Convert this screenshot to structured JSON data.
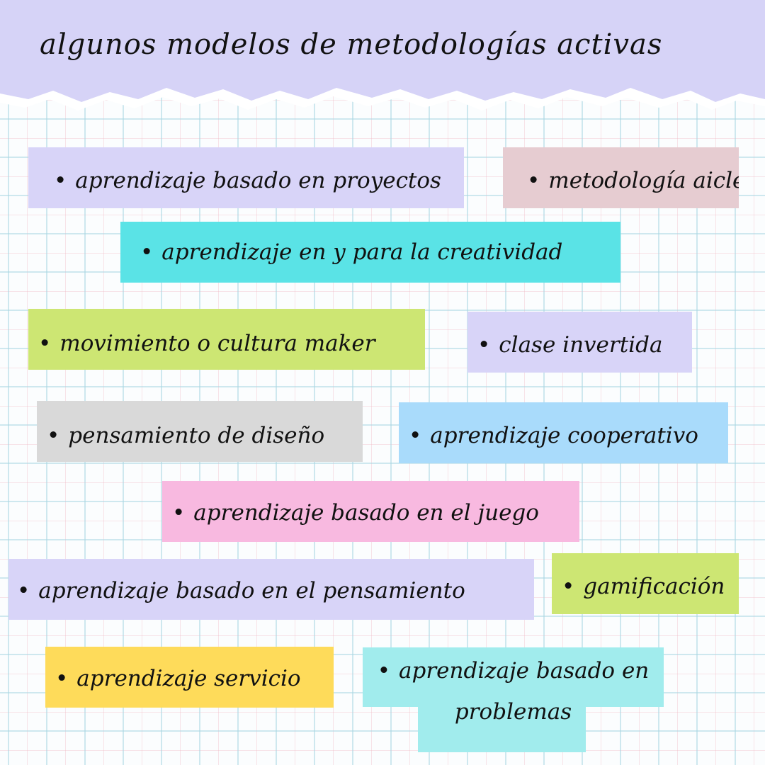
{
  "title": "algunos modelos de metodologías activas",
  "colors": {
    "header": "#d6d3f7",
    "lavender": "#d8d4f8",
    "dusty_pink": "#e6ccd1",
    "cyan": "#5ae3e6",
    "lime": "#cde673",
    "grey": "#d9d9d9",
    "light_blue": "#a9dbfb",
    "pink": "#f8b9e0",
    "yellow": "#fedb5a",
    "aqua": "#a1eced"
  },
  "bullet": "•",
  "items": [
    {
      "label": "aprendizaje basado en proyectos"
    },
    {
      "label": "metodología aicle"
    },
    {
      "label": "aprendizaje en y para la creatividad"
    },
    {
      "label": "movimiento o cultura maker"
    },
    {
      "label": "clase invertida"
    },
    {
      "label": "pensamiento de diseño"
    },
    {
      "label": "aprendizaje cooperativo"
    },
    {
      "label": "aprendizaje basado en el juego"
    },
    {
      "label": "aprendizaje basado en el pensamiento"
    },
    {
      "label": "gamificación"
    },
    {
      "label": "aprendizaje servicio"
    },
    {
      "label": "aprendizaje basado en problemas"
    }
  ]
}
